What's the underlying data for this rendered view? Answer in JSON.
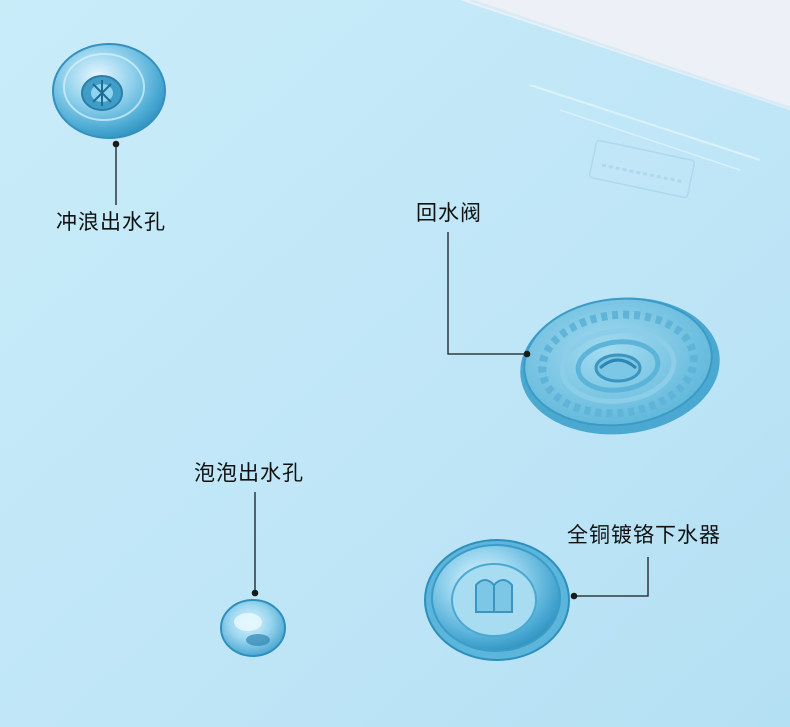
{
  "labels": {
    "massage_jet": "冲浪出水孔",
    "return_valve": "回水阀",
    "bubble_jet": "泡泡出水孔",
    "drain": "全铜镀铬下水器"
  },
  "colors": {
    "tub_surface": "#bfe6f7",
    "tub_surface_light": "#d6f1fb",
    "wall": "#eef0f8",
    "grille": "#6ec3e0",
    "chrome": "#8fd0ec",
    "leader_line": "#1a1a1a"
  },
  "icons": {
    "massage_jet": "round-chrome-jet",
    "return_valve": "slotted-grille-valve",
    "bubble_jet": "dome-chrome-nozzle",
    "drain": "chrome-drain-stopper"
  }
}
